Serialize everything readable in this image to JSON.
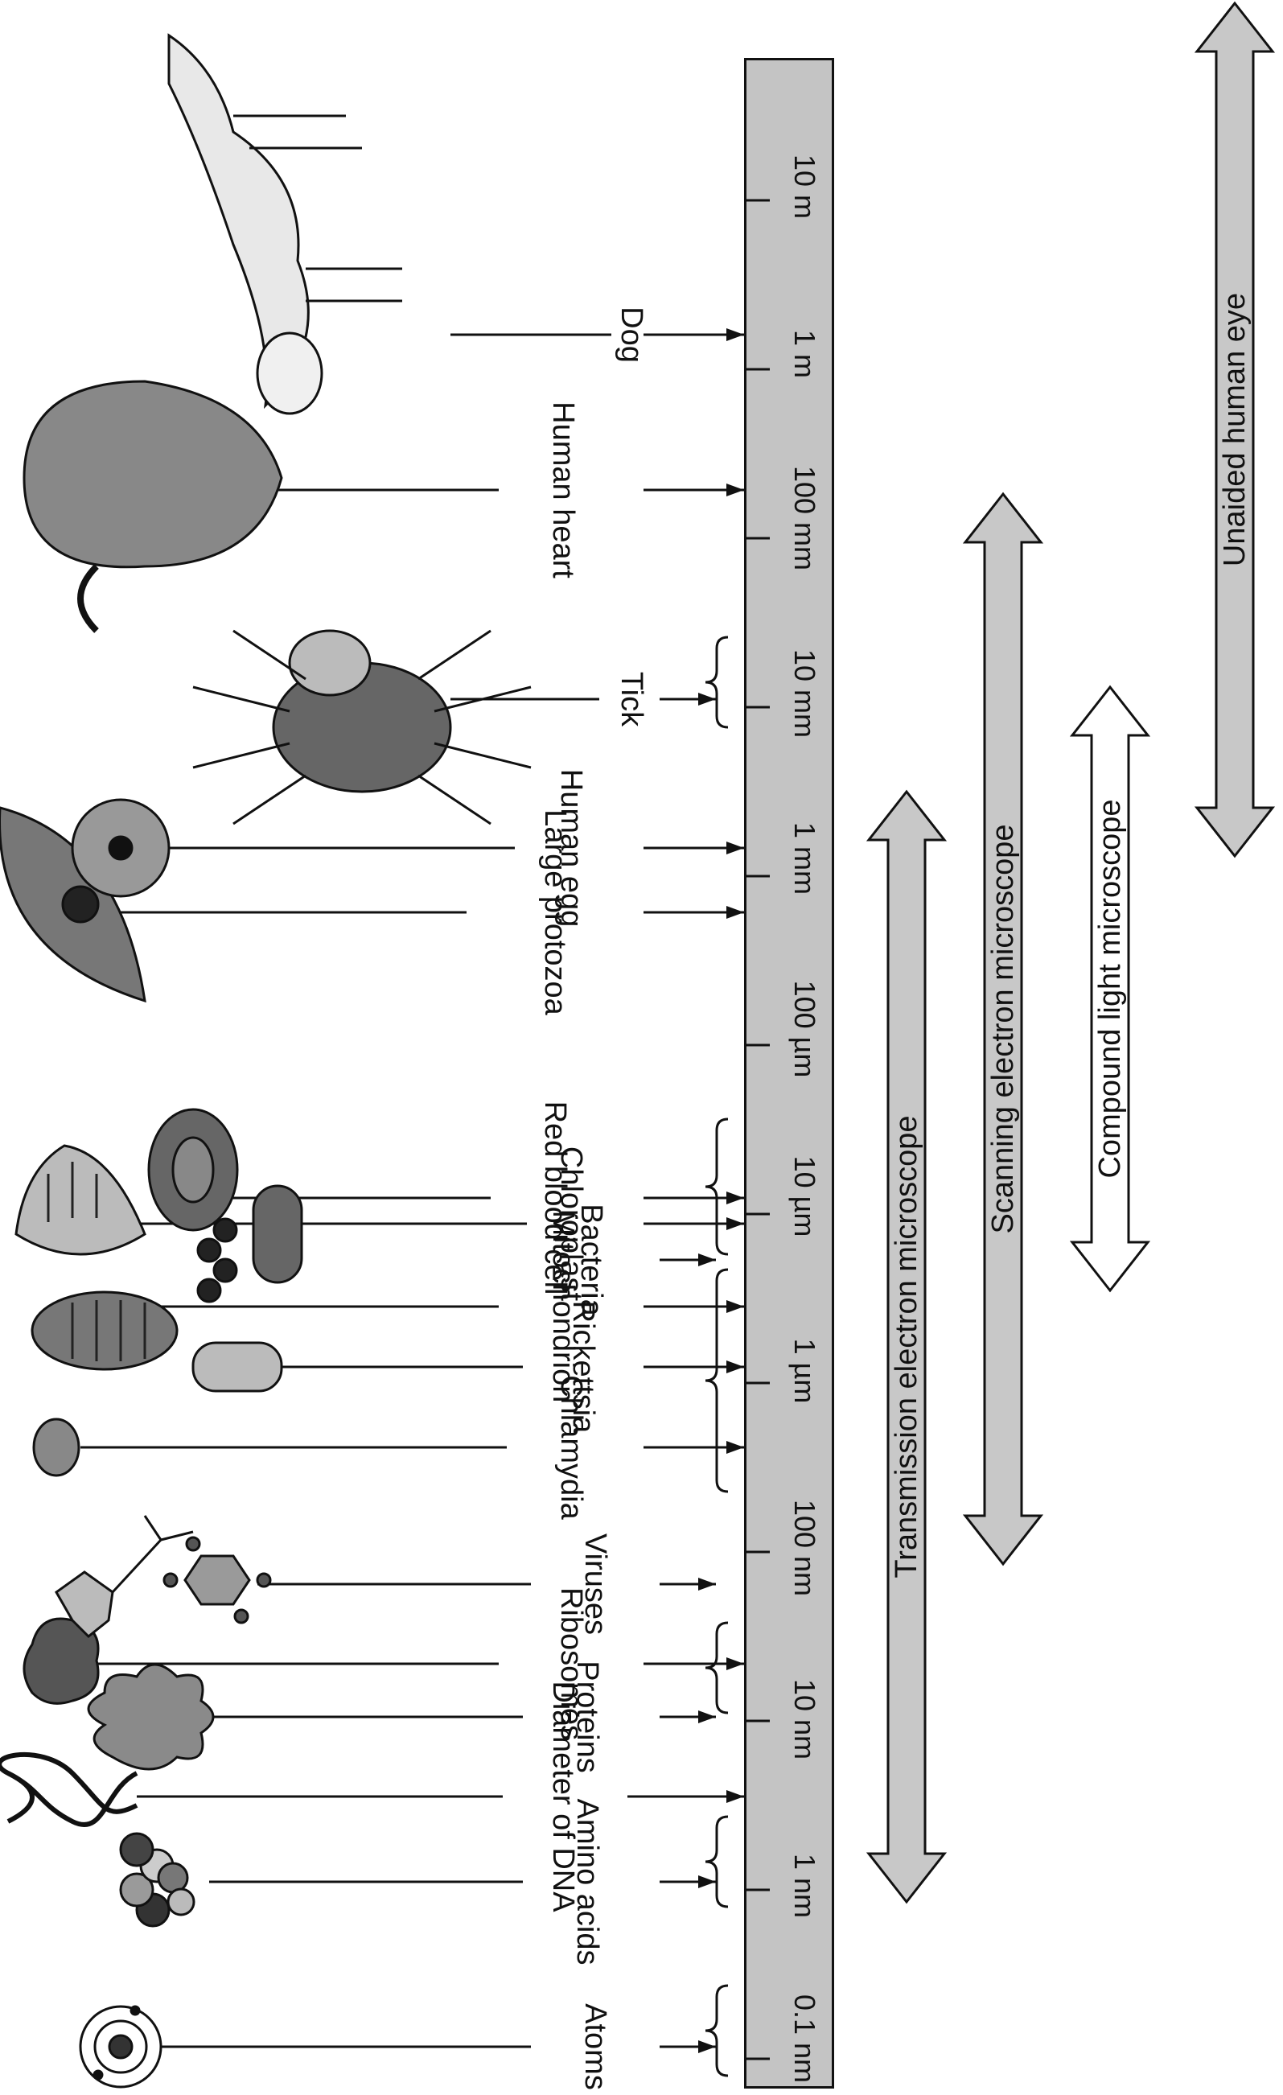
{
  "scale": {
    "ticks": [
      "0.1 nm",
      "1 nm",
      "10 nm",
      "100 nm",
      "1 µm",
      "10 µm",
      "100 µm",
      "1 mm",
      "10 mm",
      "100 mm",
      "1 m",
      "10 m"
    ]
  },
  "items": [
    {
      "key": "atoms",
      "label": "Atoms",
      "icon": "atom-icon"
    },
    {
      "key": "amino_acids",
      "label": "Amino acids",
      "icon": "amino-acid-molecule-icon"
    },
    {
      "key": "dna",
      "label": "Diameter of DNA",
      "icon": "dna-helix-icon"
    },
    {
      "key": "proteins",
      "label": "Proteins",
      "icon": "protein-icon"
    },
    {
      "key": "ribosomes",
      "label": "Ribosomes",
      "icon": "ribosome-icon"
    },
    {
      "key": "viruses",
      "label": "Viruses",
      "icon": "virus-icon"
    },
    {
      "key": "chlamydia",
      "label": "Chlamydia",
      "icon": "chlamydia-icon"
    },
    {
      "key": "rickettsia",
      "label": "Rickettsia",
      "icon": "rickettsia-icon"
    },
    {
      "key": "mitochondrion",
      "label": "Mitochondrion",
      "icon": "mitochondrion-icon"
    },
    {
      "key": "bacteria",
      "label": "Bacteria",
      "icon": "bacteria-icon"
    },
    {
      "key": "chloroplast",
      "label": "Chloroplast",
      "icon": "chloroplast-icon"
    },
    {
      "key": "rbc",
      "label": "Red blood cell",
      "icon": "red-blood-cell-icon"
    },
    {
      "key": "protozoa",
      "label": "Large protozoa",
      "icon": "protozoa-icon"
    },
    {
      "key": "egg",
      "label": "Human egg",
      "icon": "human-egg-icon"
    },
    {
      "key": "tick",
      "label": "Tick",
      "icon": "tick-insect-icon"
    },
    {
      "key": "heart",
      "label": "Human heart",
      "icon": "heart-icon"
    },
    {
      "key": "dog",
      "label": "Dog",
      "icon": "dog-icon"
    }
  ],
  "ranges": [
    {
      "key": "tem",
      "label": "Transmission electron microscope",
      "fill": "#c8c8c8"
    },
    {
      "key": "sem",
      "label": "Scanning electron microscope",
      "fill": "#c8c8c8"
    },
    {
      "key": "clm",
      "label": "Compound light microscope",
      "fill": "#ffffff"
    },
    {
      "key": "eye",
      "label": "Unaided human eye",
      "fill": "#c8c8c8"
    }
  ],
  "colors": {
    "ruler": "#c4c4c4",
    "ink": "#111111",
    "icon_fill": "#9a9a9a",
    "icon_dark": "#444444"
  }
}
